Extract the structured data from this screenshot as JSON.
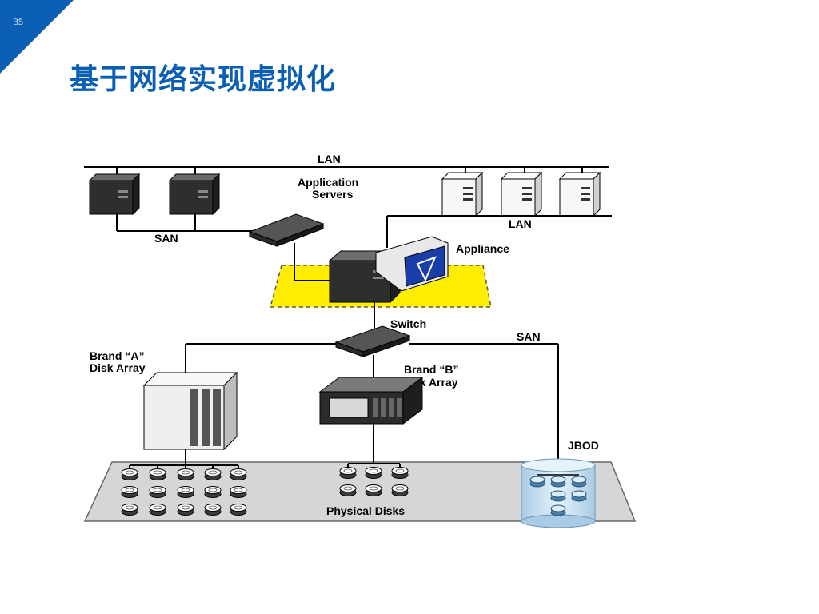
{
  "slide": {
    "page_number": "35",
    "title": "基于网络实现虚拟化"
  },
  "diagram": {
    "labels": {
      "lan_top": "LAN",
      "app_servers_line1": "Application",
      "app_servers_line2": "Servers",
      "lan_right": "LAN",
      "san_top": "SAN",
      "appliance": "Appliance",
      "switch": "Switch",
      "san_right": "SAN",
      "brand_a_line1": "Brand “A”",
      "brand_a_line2": "Disk Array",
      "brand_b_line1": "Brand “B”",
      "brand_b_line2": "Disk Array",
      "jbod": "JBOD",
      "physical_disks": "Physical Disks"
    },
    "colors": {
      "appliance_zone": "#ffee00",
      "disk_platform": "#d6d6d6",
      "dark_server": "#3a3a3a",
      "light_server": "#f2f2f2",
      "monitor_screen": "#1a3ea8",
      "jbod_cylinder": "#c5e0f2"
    }
  }
}
